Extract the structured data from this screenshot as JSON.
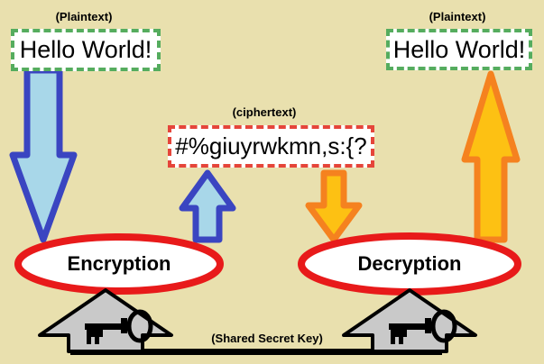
{
  "diagram_title": "symmetric-encryption-diagram",
  "colors": {
    "background": "#e9e0ae",
    "plaintext_border": "#55ac5e",
    "ciphertext_border": "#e5453a",
    "ellipse_border": "#e81a1a",
    "blue_arrow_outline": "#3a45c1",
    "blue_arrow_fill": "#a8d7e9",
    "orange_arrow_outline": "#f5821f",
    "orange_arrow_fill": "#fdc113",
    "key_arrow_fill": "#c9c9c9",
    "key_arrow_outline": "#000000"
  },
  "plaintext_left": {
    "label": "(Plaintext)",
    "text": "Hello World!"
  },
  "plaintext_right": {
    "label": "(Plaintext)",
    "text": "Hello World!"
  },
  "ciphertext": {
    "label": "(ciphertext)",
    "text": "#%giuyrwkmn,s:{?"
  },
  "encryption": {
    "label": "Encryption"
  },
  "decryption": {
    "label": "Decryption"
  },
  "shared_key": {
    "label": "(Shared Secret Key)"
  },
  "icons": {
    "left_key": "key-icon",
    "right_key": "key-icon"
  }
}
